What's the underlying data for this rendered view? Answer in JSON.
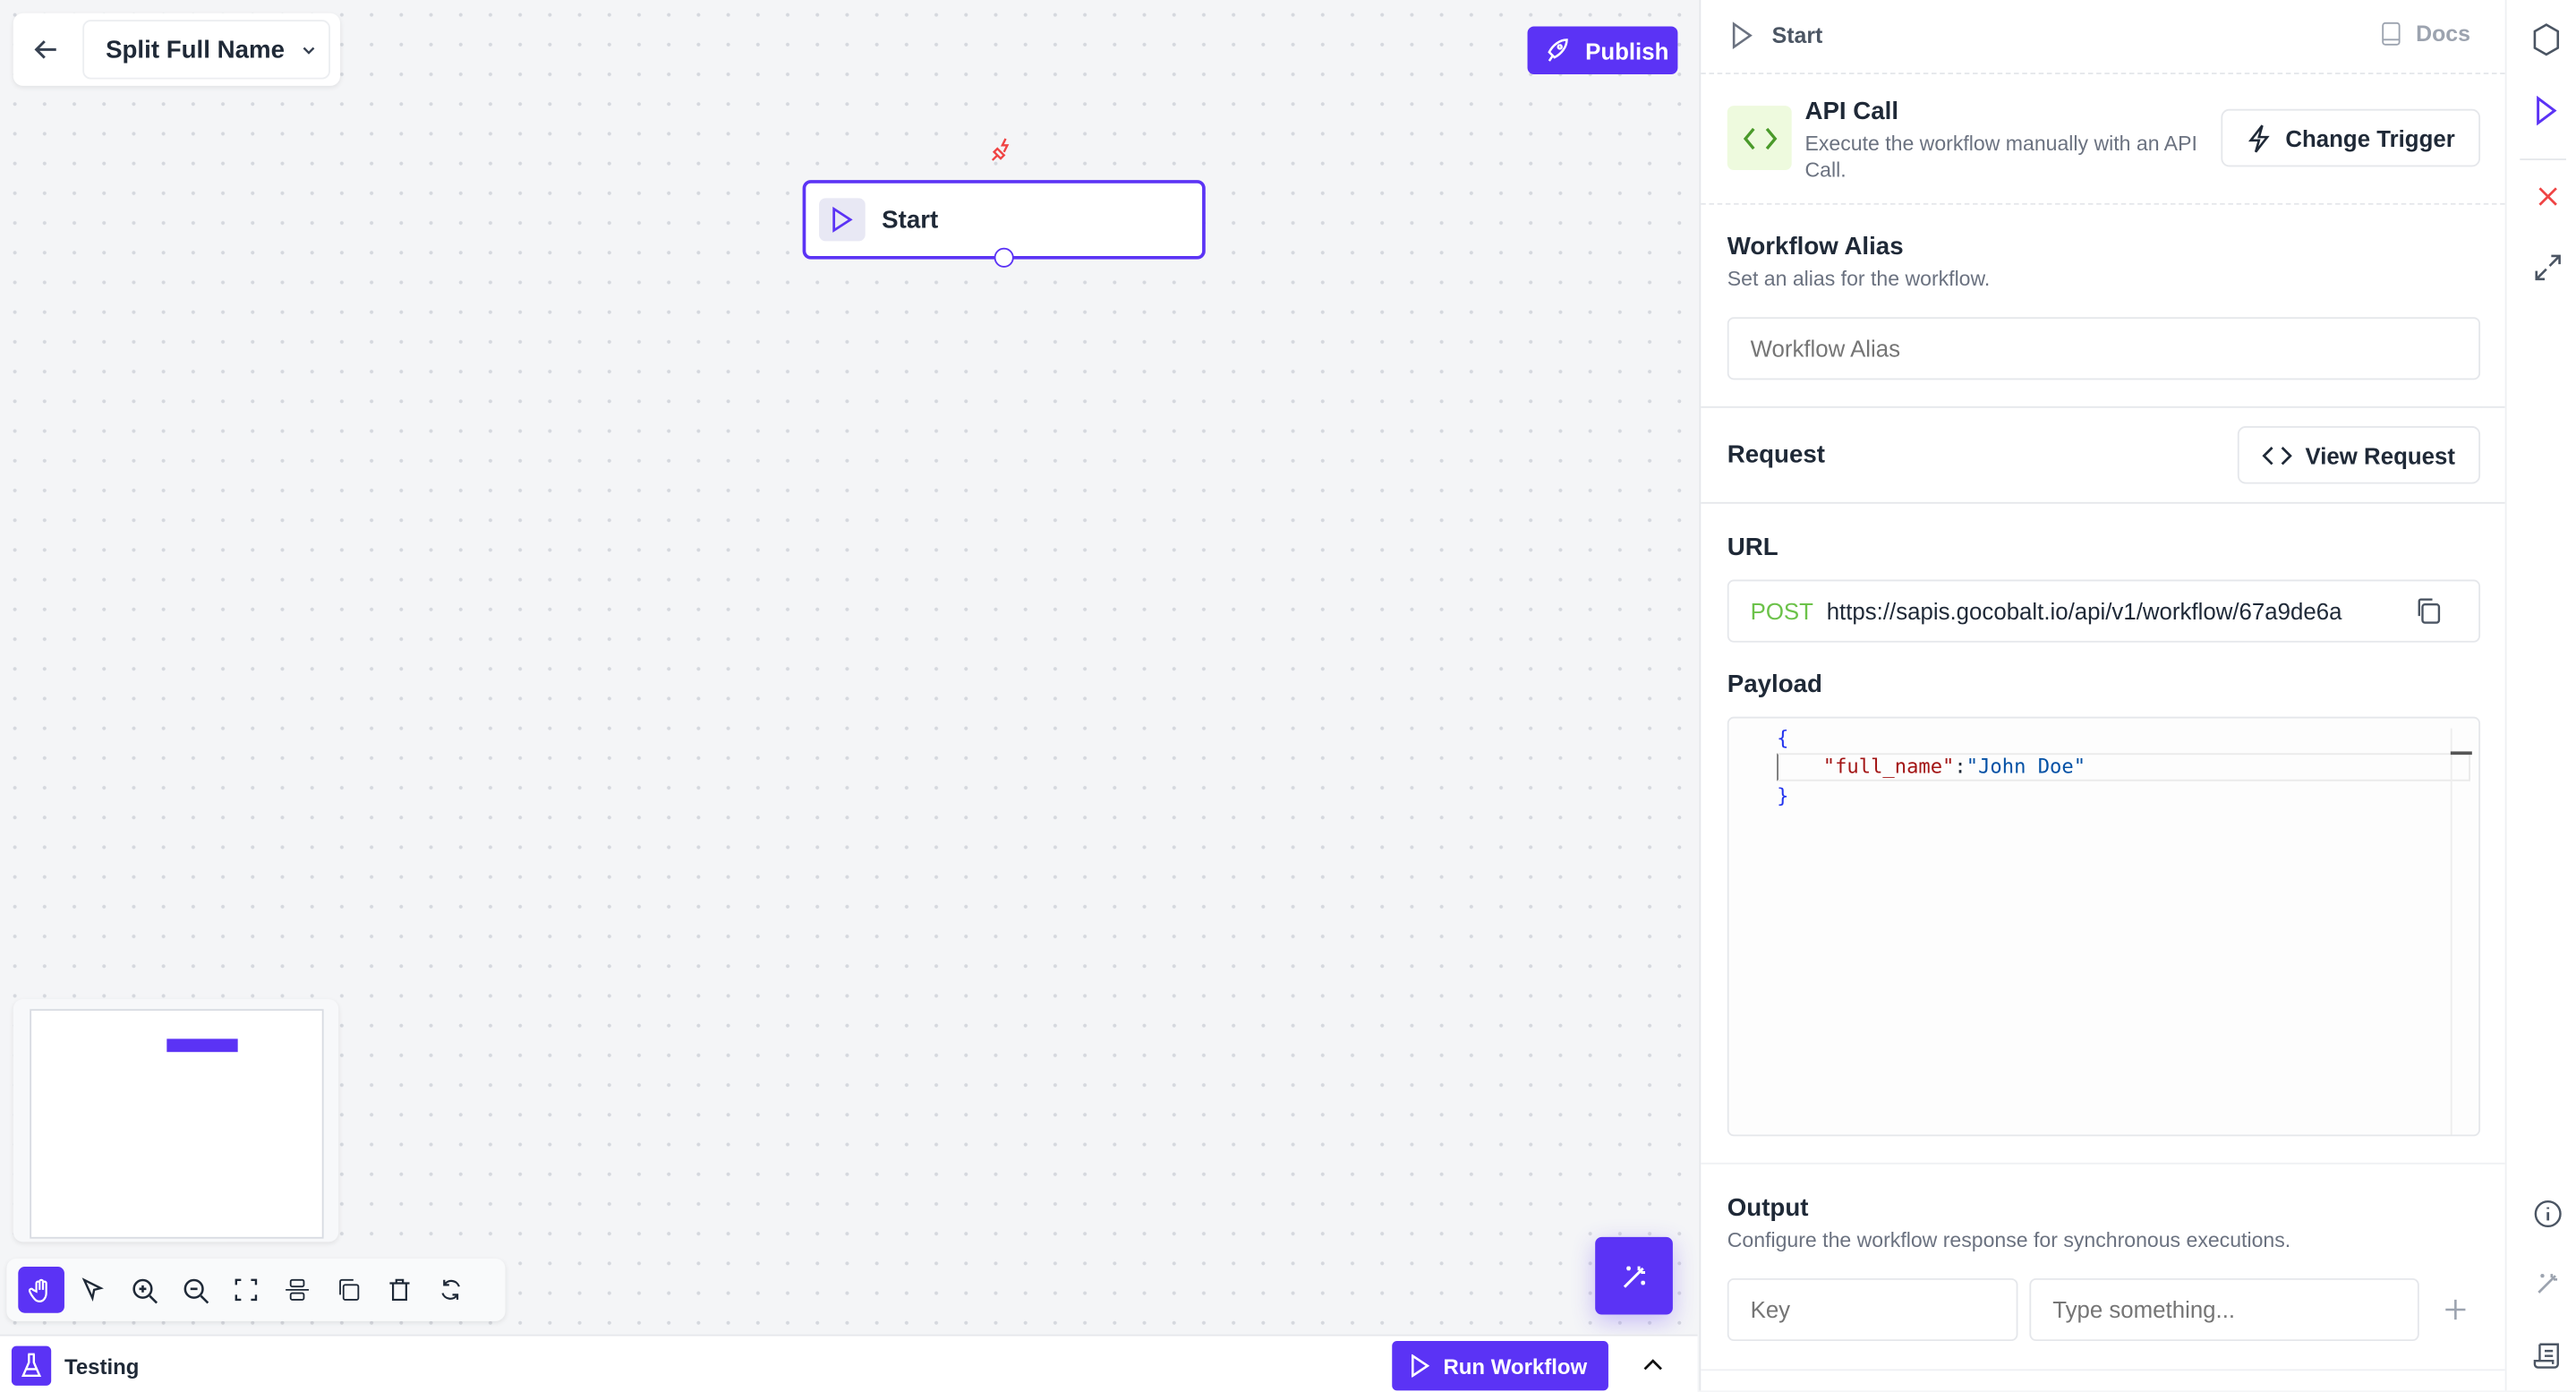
{
  "header": {
    "workflow_name": "Split Full Name",
    "publish_label": "Publish"
  },
  "canvas": {
    "start_node_label": "Start"
  },
  "bottom_bar": {
    "testing_label": "Testing",
    "run_label": "Run Workflow"
  },
  "toolbar": {
    "tools": [
      "hand-icon",
      "pointer-icon",
      "zoom-in-icon",
      "zoom-out-icon",
      "fit-view-icon",
      "align-icon",
      "duplicate-icon",
      "delete-icon",
      "refresh-icon"
    ],
    "active": "hand-icon"
  },
  "panel": {
    "breadcrumb": "Start",
    "docs_label": "Docs",
    "trigger": {
      "title": "API Call",
      "description": "Execute the workflow manually with an API Call.",
      "change_label": "Change Trigger"
    },
    "alias": {
      "title": "Workflow Alias",
      "description": "Set an alias for the workflow.",
      "placeholder": "Workflow Alias"
    },
    "request": {
      "title": "Request",
      "view_label": "View Request"
    },
    "url": {
      "title": "URL",
      "method": "POST",
      "value": "https://sapis.gocobalt.io/api/v1/workflow/67a9de6a"
    },
    "payload": {
      "title": "Payload",
      "open": "{",
      "key": "\"full_name\"",
      "colon": ":",
      "value": "\"John Doe\"",
      "close": "}"
    },
    "output": {
      "title": "Output",
      "description": "Configure the workflow response for synchronous executions.",
      "key_placeholder": "Key",
      "value_placeholder": "Type something..."
    }
  },
  "colors": {
    "accent": "#5b33f5",
    "trigger_green": "#4a9a2a",
    "post_green": "#6cc24a",
    "danger": "#ef4444"
  }
}
